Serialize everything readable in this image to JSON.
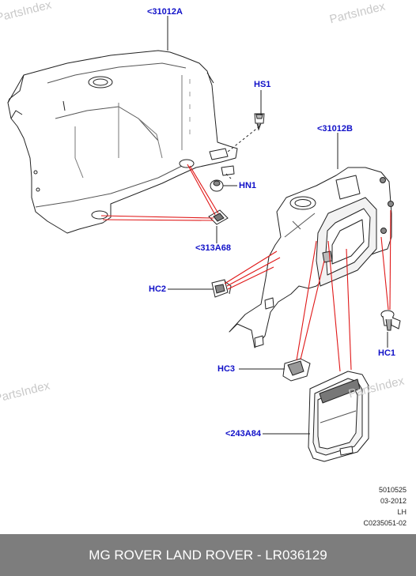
{
  "watermarks": [
    "PartsIndex",
    "PartsIndex",
    "PartsIndex",
    "PartsIndex"
  ],
  "callouts": {
    "c31012a": "<31012A",
    "hs1": "HS1",
    "c31012b": "<31012B",
    "hn1": "HN1",
    "c313a68": "<313A68",
    "hc2": "HC2",
    "hc1": "HC1",
    "hc3": "HC3",
    "c243a84": "<243A84"
  },
  "meta": {
    "code": "5010525",
    "date": "03-2012",
    "side": "LH",
    "ref": "C0235051-02"
  },
  "footer": {
    "title": "MG ROVER LAND ROVER - LR036129"
  },
  "colors": {
    "callout": "#1010c8",
    "leader_red": "#e01818",
    "footer_bg": "#7d7d7d"
  }
}
